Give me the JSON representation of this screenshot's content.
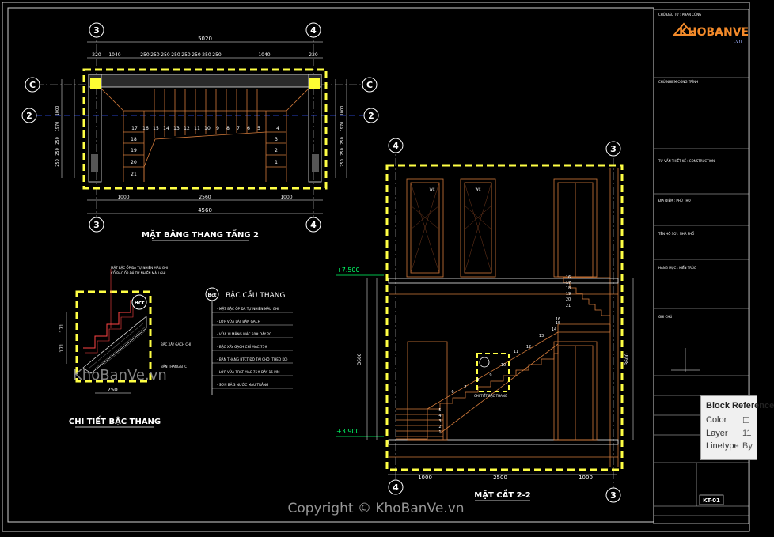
{
  "watermark": {
    "logo_text": "KHOBANVE",
    "logo_sub": ".vn",
    "detail_brand": "KhoBanVe.vn",
    "copyright": "Copyright © KhoBanVe.vn"
  },
  "plan": {
    "title": "MẶT BẰNG THANG TẦNG 2",
    "grid_top_left": "3",
    "grid_top_right": "4",
    "grid_bottom_left": "3",
    "grid_bottom_right": "4",
    "grid_row_c": "C",
    "grid_row_2": "2",
    "dim_total_top": "5020",
    "dim_top_segments": [
      "220",
      "1040",
      "250",
      "250",
      "250",
      "250",
      "250",
      "250",
      "250",
      "250",
      "1040",
      "220"
    ],
    "dim_bottom_segments": [
      "1000",
      "2560",
      "1000"
    ],
    "dim_total_bottom": "4560",
    "dim_left": [
      "1970",
      "1000",
      "250",
      "250",
      "250"
    ],
    "dim_right": [
      "1970",
      "1000",
      "250",
      "250",
      "250"
    ],
    "steps_top": [
      "17",
      "16",
      "15",
      "14",
      "13",
      "12",
      "11",
      "10",
      "9",
      "8",
      "7",
      "6",
      "5",
      "4"
    ],
    "steps_left": [
      "18",
      "19",
      "20",
      "21"
    ],
    "steps_right": [
      "3",
      "2",
      "1"
    ]
  },
  "detail": {
    "title": "CHI TIẾT BẬC THANG",
    "tag": "Bct",
    "dim_bottom": "250",
    "dim_left_1": "171",
    "dim_left_2": "171",
    "note_top_1": "MẶT BẬC ỐP ĐÁ TỰ NHIÊN MÀU GHI",
    "note_top_2": "CỔ BẬC ỐP ĐÁ TỰ NHIÊN MÀU GHI",
    "note_mid": "BẬC XÂY GẠCH CHỈ",
    "note_bot": "BẢN THANG BTCT"
  },
  "legend": {
    "tag": "Bct",
    "title": "BẬC CẦU THANG",
    "items": [
      "- MẶT BẬC ỐP ĐÁ TỰ NHIÊN MÀU GHI",
      "- LỚP VỮA LÁT BẢN GẠCH",
      "- VỮA XI MĂNG MÁC 50# DÀY 20",
      "- BẬC XÂY GẠCH CHỈ MÁC 75#",
      "- BẢN THANG BTCT ĐỔ TẠI CHỖ (THEO KC)",
      "- LỚP VỮA TRÁT MÁC 75# DÀY 15 MM",
      "- SƠN BẢ 3 NƯỚC MÀU TRẮNG"
    ]
  },
  "section": {
    "title": "MẶT CẮT 2-2",
    "grid_left": "4",
    "grid_right": "3",
    "grid_bottom_left": "4",
    "grid_bottom_right": "3",
    "level_top": "+7.500",
    "level_bot": "+3.900",
    "dim_left": "3600",
    "dim_right": "3600",
    "dim_bottom_segments": [
      "1000",
      "2500",
      "1000"
    ],
    "detail_ref": "CHI TIẾT BẬC THANG",
    "steps_low": [
      "1",
      "2",
      "3",
      "4",
      "5",
      "6",
      "7",
      "8",
      "9",
      "10",
      "11",
      "12",
      "13",
      "14",
      "15",
      "16"
    ],
    "steps_high": [
      "16",
      "17",
      "18",
      "19",
      "20",
      "21"
    ]
  },
  "title_block": {
    "rows": [
      "CHỦ ĐẦU TƯ : PHAN CÔNG",
      "CHỦ NHIỆM CÔNG TRÌNH",
      "TƯ VẤN THIẾT KẾ : CONSTRUCTION",
      "ĐỊA ĐIỂM : PHÚ THỌ",
      "TÊN HỒ SƠ : NHÀ PHỐ",
      "HẠNG MỤC : KIẾN TRÚC",
      "GHI CHÚ"
    ],
    "sheet_code": "KT-01"
  },
  "tooltip": {
    "title": "Block Reference",
    "rows": [
      {
        "label": "Color",
        "value": "☐"
      },
      {
        "label": "Layer",
        "value": "11"
      },
      {
        "label": "Linetype",
        "value": "By"
      }
    ]
  }
}
